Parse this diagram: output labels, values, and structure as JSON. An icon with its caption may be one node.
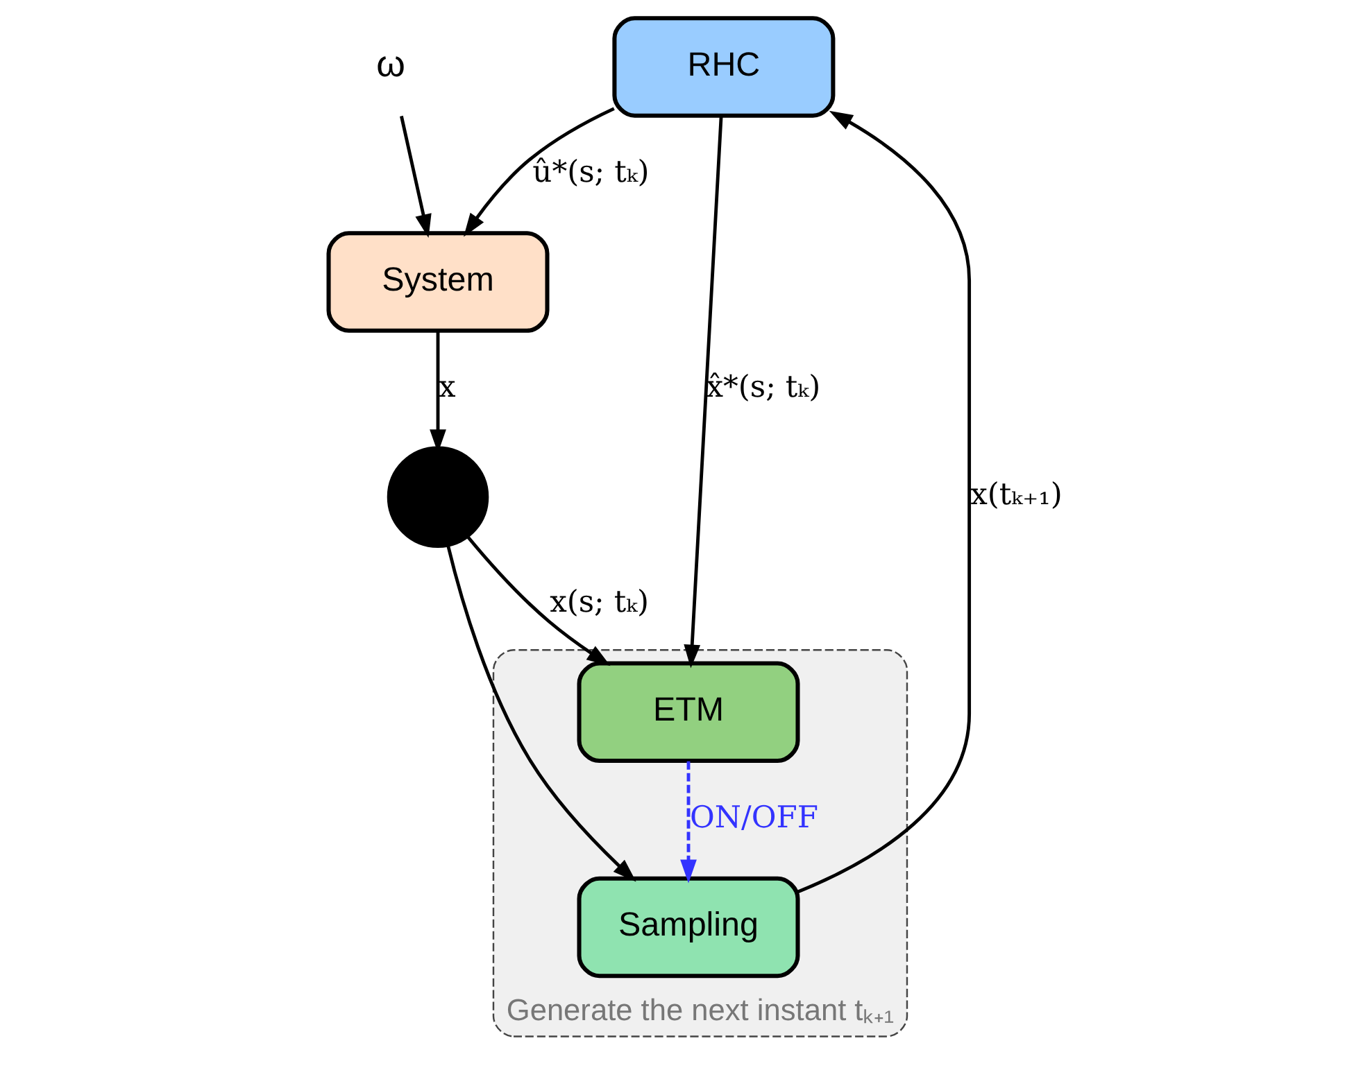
{
  "diagram": {
    "nodes": [
      {
        "text": [
          "Generate the next instant tₖ₊₁"
        ]
      },
      {
        "text": [
          "RHC"
        ]
      },
      {
        "text": [
          "System"
        ]
      },
      {
        "text": [
          "ETM"
        ],
        "in": 0
      },
      {
        "text": [
          "Sampling"
        ],
        "in": 0
      },
      {
        "text": [],
        "shape": "circle"
      },
      {
        "text": [
          "ω"
        ]
      }
    ],
    "edges": [
      {
        "from": 1,
        "to": 2,
        "arrow": "to",
        "label": "û*(s; tₖ)"
      },
      {
        "from": 6,
        "to": 2,
        "arrow": "to"
      },
      {
        "from": 2,
        "to": 5,
        "arrow": "to",
        "label": "x"
      },
      {
        "from": 5,
        "to": 3,
        "arrow": "to",
        "label": "x(s; tₖ)"
      },
      {
        "from": 5,
        "to": 4,
        "arrow": "to"
      },
      {
        "from": 1,
        "to": 3,
        "arrow": "to",
        "label": "x̂*(s; tₖ)"
      },
      {
        "from": 3,
        "to": 4,
        "arrow": "to",
        "label": "ON/OFF",
        "style": "dashed",
        "color": "#3333ff"
      },
      {
        "from": 4,
        "to": 1,
        "arrow": "to",
        "label": "x(tₖ₊₁)"
      }
    ]
  }
}
